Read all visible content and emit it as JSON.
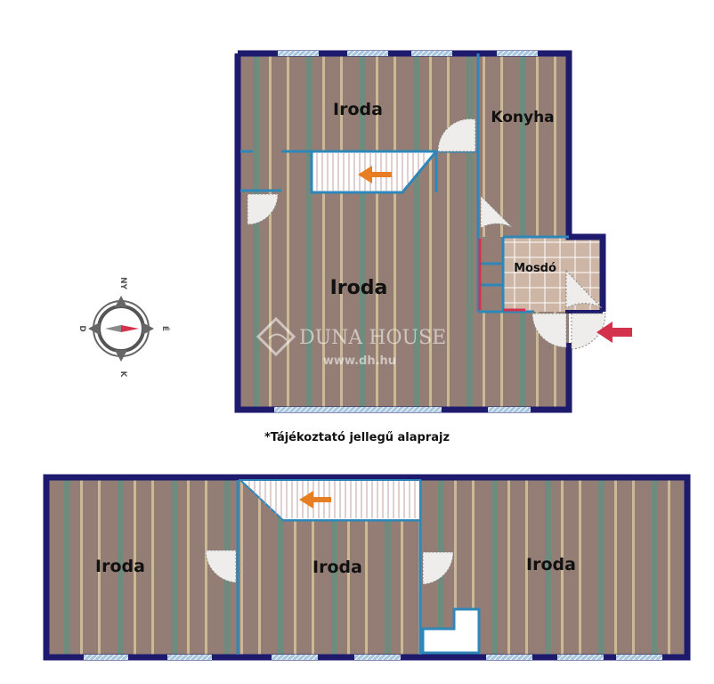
{
  "floor_upper": {
    "rooms": {
      "iroda_top": "Iroda",
      "konyha": "Konyha",
      "iroda_main": "Iroda",
      "mosdo": "Mosdó"
    }
  },
  "floor_lower": {
    "rooms": {
      "iroda_left": "Iroda",
      "iroda_mid": "Iroda",
      "iroda_right": "Iroda"
    }
  },
  "compass": {
    "north": "NY",
    "east": "É",
    "south": "K",
    "west": "D"
  },
  "watermark": {
    "brand": "DUNA HOUSE",
    "url": "www.dh.hu"
  },
  "note": "*Tájékoztató jellegű alaprajz",
  "colors": {
    "wall": "#1e1a6e",
    "partition": "#2f86b8",
    "floor": "#947d74",
    "stripe_teal": "#6e8b7d",
    "stripe_beige": "#cbb996",
    "window": "#a7c6e0",
    "arrow_stairs": "#e87e23",
    "arrow_entry": "#d4314c"
  }
}
